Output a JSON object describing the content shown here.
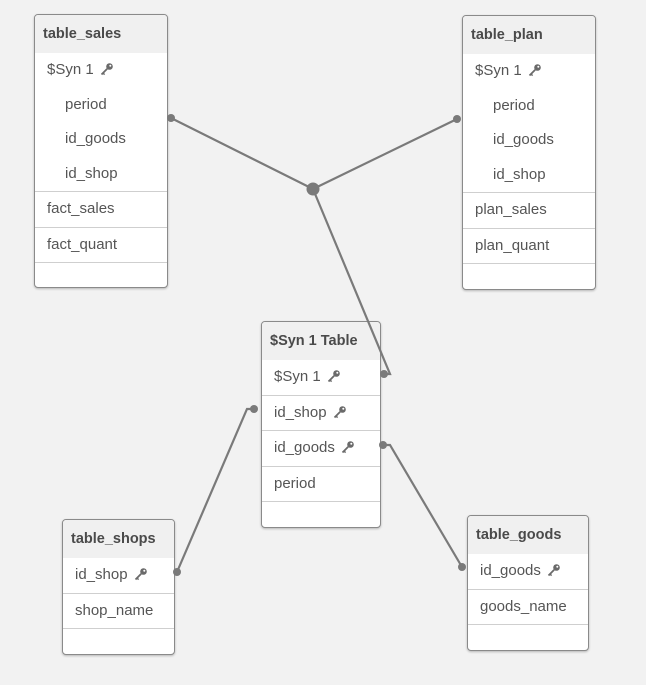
{
  "colors": {
    "background": "#f2f2f2",
    "link": "#7a7a7a",
    "table_border": "#8a8a8a",
    "header_bg": "#f0f0f0"
  },
  "tables": {
    "sales": {
      "name": "table_sales",
      "fields": [
        "$Syn 1",
        "period",
        "id_goods",
        "id_shop",
        "fact_sales",
        "fact_quant"
      ]
    },
    "plan": {
      "name": "table_plan",
      "fields": [
        "$Syn 1",
        "period",
        "id_goods",
        "id_shop",
        "plan_sales",
        "plan_quant"
      ]
    },
    "syn": {
      "name": "$Syn 1 Table",
      "fields": [
        "$Syn 1",
        "id_shop",
        "id_goods",
        "period"
      ]
    },
    "shops": {
      "name": "table_shops",
      "fields": [
        "id_shop",
        "shop_name"
      ]
    },
    "goods": {
      "name": "table_goods",
      "fields": [
        "id_goods",
        "goods_name"
      ]
    }
  },
  "key_icon": "key-icon"
}
